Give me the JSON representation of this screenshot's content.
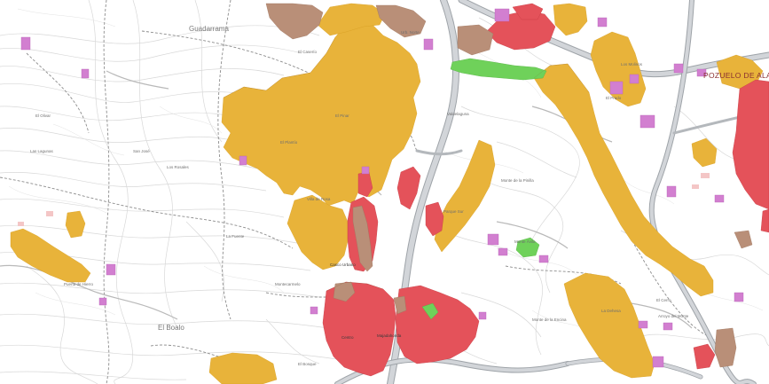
{
  "colors": {
    "background": "#ffffff",
    "contour": "#d6d6d6",
    "road_main": "#c9ccd1",
    "road_border": "#9ea3a8",
    "track": "#9a9a9a",
    "residential_yellow": "#e8b33a",
    "urban_red": "#e4525a",
    "brown": "#b98f78",
    "pink_purple": "#d27fd0",
    "green": "#6fd15a",
    "light_pink": "#f4c6c6"
  },
  "labels": {
    "guadarrama": "Guadarrama",
    "el_boalo": "El Boalo",
    "pozuelo": "POZUELO DE ALARCÓN",
    "monte_pinilla": "Monte de la Pinilla",
    "monte_cerro": "Monte de la Encina",
    "casa_campo": "El Cerro",
    "el_olivar": "El Olivar",
    "lagunas": "Las Lagunas",
    "majadahonda": "Majadahonda",
    "los_rosales": "Los Rosales",
    "san_jose": "San José",
    "centro": "Centro",
    "casco": "Casco Urbano",
    "el_plantio": "El Plantío",
    "el_pinar": "El Pinar",
    "montecarmelo": "Montecarmelo",
    "la_fuente": "La Fuente",
    "el_caserio": "El Caserío",
    "valdelaguna": "Valdelaguna",
    "los_molinos": "Los Molinos",
    "el_prado": "El Prado",
    "arroyo": "Arroyo del Monte",
    "la_dehesa": "La Dehesa",
    "el_bosque": "El Bosque",
    "urb_norte": "Urb. Norte",
    "parque": "Parque Sur",
    "villa": "Villa de Rosa",
    "puerta": "Puerta de Hierro",
    "monte_avila": "Monte Ávila"
  }
}
